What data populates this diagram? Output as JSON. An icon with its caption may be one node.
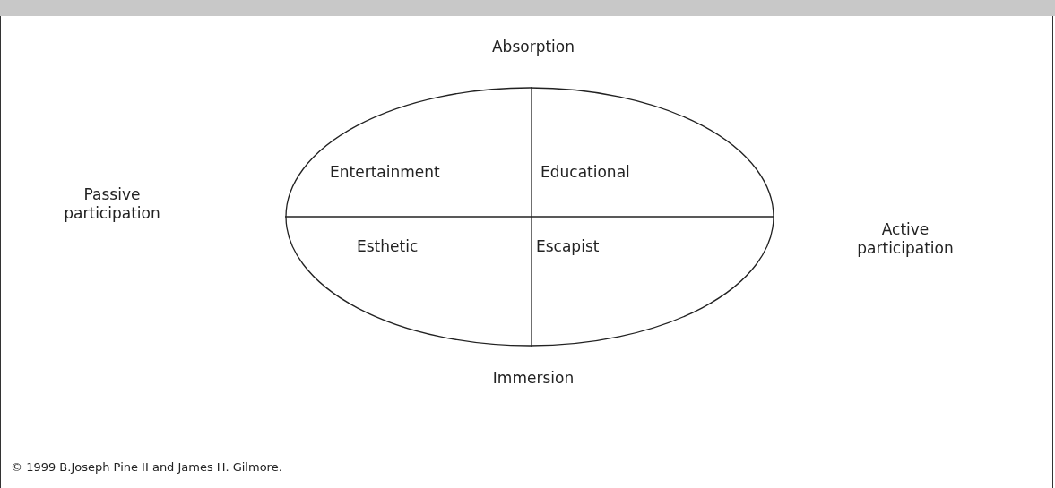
{
  "diagram": {
    "caption": "© 1999 B.Joseph Pine II and James H. Gilmore.",
    "nodes": [
      {
        "text": [
          "Entertainment",
          "Educational",
          "Esthetic",
          "Escapist"
        ]
      }
    ],
    "labels": [
      "Absorption",
      "Passive participation",
      "Active participation",
      "Immersion"
    ]
  }
}
